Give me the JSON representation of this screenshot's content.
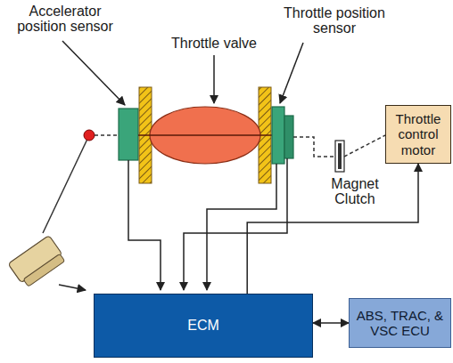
{
  "diagram": {
    "nodes": [
      {
        "text": [
          "Throttle control motor"
        ]
      },
      {
        "text": [
          "ECM"
        ]
      },
      {
        "text": [
          "ABS, TRAC, & VSC ECU"
        ]
      }
    ],
    "edges": [
      {
        "from": 1,
        "to": 0,
        "arrow": "to"
      },
      {
        "from": 1,
        "to": 2,
        "arrow": "both"
      }
    ],
    "labels": [
      "Accelerator position sensor",
      "Throttle valve",
      "Throttle position sensor",
      "Magnet Clutch"
    ]
  }
}
